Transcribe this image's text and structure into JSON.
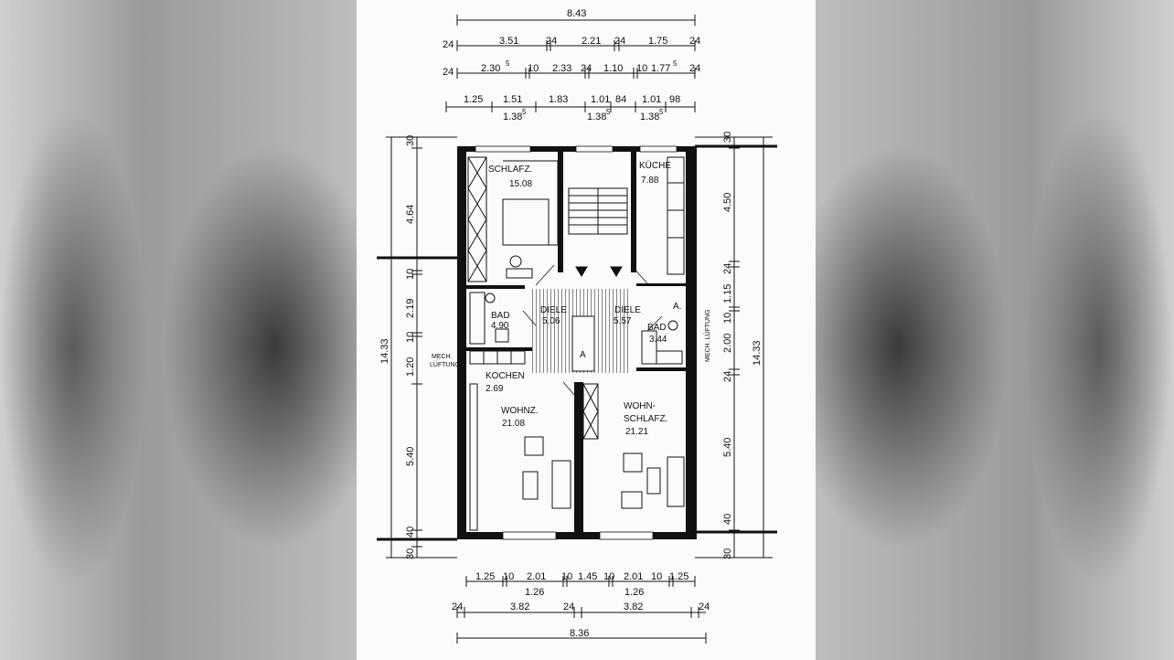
{
  "dims_top": {
    "overall": "8.43",
    "row1": [
      "24",
      "3.51",
      "24",
      "2.21",
      "24",
      "1.75",
      "24"
    ],
    "row2": [
      "24",
      "2.30",
      "5",
      "10",
      "2.33",
      "24",
      "1.10",
      "10",
      "1.77",
      "5",
      "24"
    ],
    "row3": [
      "1.25",
      "1.51",
      "1.83",
      "1.01",
      "84",
      "1.01",
      "98"
    ],
    "row4": [
      "1.38",
      "5",
      "1.38",
      "5",
      "1.38",
      "5"
    ]
  },
  "dims_bottom": {
    "row1": [
      "1.25",
      "10",
      "2.01",
      "10",
      "1.45",
      "10",
      "2.01",
      "10",
      "1.25"
    ],
    "row2": [
      "1.26",
      "1.26"
    ],
    "row3": [
      "24",
      "3.82",
      "24",
      "3.82",
      "24"
    ],
    "overall": "8.36"
  },
  "dims_left": [
    "30",
    "4.64",
    "10",
    "2.19",
    "10",
    "1.20",
    "5.40",
    "40",
    "30",
    "14.33"
  ],
  "dims_right": [
    "30",
    "4.50",
    "24",
    "1.15",
    "10",
    "2.00",
    "24",
    "5.40",
    "40",
    "30",
    "14.33"
  ],
  "rooms": [
    {
      "name": "SCHLAFZ.",
      "area": "15.08"
    },
    {
      "name": "KÜCHE",
      "area": "7.88"
    },
    {
      "name": "BAD",
      "area": "4.90"
    },
    {
      "name": "DIELE",
      "area": "5.06"
    },
    {
      "name": "DIELE",
      "area": "5.57"
    },
    {
      "name": "BAD",
      "area": "3.44"
    },
    {
      "name": "KOCHEN",
      "area": "2.69"
    },
    {
      "name": "WOHNZ.",
      "area": "21.08"
    },
    {
      "name": "WOHN-",
      "name2": "SCHLAFZ.",
      "area": "21.21"
    }
  ],
  "notes": {
    "mech_left_1": "MECH.",
    "mech_left_2": "LÜFTUNG",
    "mech_right": "MECH. LÜFTUNG",
    "label_a": "A",
    "label_a2": "A."
  }
}
